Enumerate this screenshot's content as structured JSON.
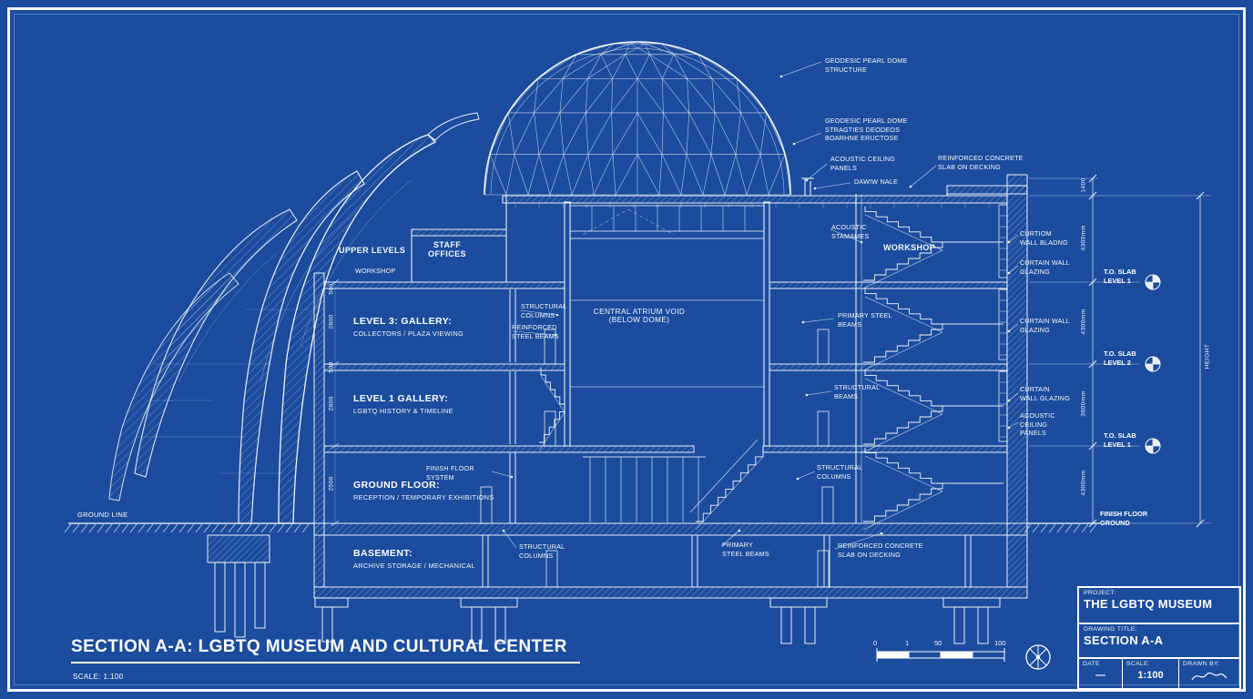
{
  "meta": {
    "background_color": "#1b4c9e",
    "line_color": "#ffffff",
    "drawing_type": "architectural-section-blueprint"
  },
  "sheet": {
    "section_title": "SECTION A-A: LGBTQ MUSEUM AND CULTURAL CENTER",
    "scale_note": "SCALE: 1:100"
  },
  "title_block": {
    "project_label": "PROJECT:",
    "project_name": "THE LGBTQ MUSEUM",
    "drawing_title_label": "DRAWING TITLE:",
    "drawing_title": "SECTION A-A",
    "date_label": "DATE",
    "date_value": "—",
    "scale_label": "SCALE:",
    "scale_value": "1:100",
    "drawn_by_label": "DRAWN BY:"
  },
  "scale_bar": {
    "ticks": [
      "0",
      "1",
      "50",
      "100"
    ]
  },
  "rooms": {
    "upper_levels": "UPPER LEVELS",
    "staff_offices": "STAFF\nOFFICES",
    "workshop_left": "WORKSHOP",
    "workshop_right": "WORKSHOP",
    "atrium": "CENTRAL ATRIUM VOID\n(BELOW DOME)"
  },
  "floors": [
    {
      "title": "LEVEL 3: GALLERY:",
      "subtitle": "COLLECTORS / PLAZA VIEWING"
    },
    {
      "title": "LEVEL 1 GALLERY:",
      "subtitle": "LGBTQ HISTORY & TIMELINE"
    },
    {
      "title": "GROUND FLOOR:",
      "subtitle": "RECEPTION / TEMPORARY EXHIBITIONS"
    },
    {
      "title": "BASEMENT:",
      "subtitle": "ARCHIVE STORAGE / MECHANICAL"
    }
  ],
  "callouts": {
    "dome_structure": "GEODESIC PEARL DOME\nSTRUCTURE",
    "dome_structure_2": "GEODESIC PEARL DOME\nSTRAGTIES DEODEOS\nBOARHNE ERUCTOSE",
    "acoustic_ceiling_top": "ACOUSTIC CEILING\nPANELS",
    "roof_vent": "DAWIW NALE",
    "slab_on_decking_top": "REINFORCED CONCRETE\nSLAB ON DECKING",
    "acoustic_stair": "ACOUSTIC\nSTAMAMES",
    "curtain_wall_1": "CURTIOM\nWALL BLADNG",
    "curtain_wall_2": "CURTAIN WALL\nGLAZING",
    "primary_steel_mid": "PRIMARY STEEL\nBEAMS",
    "curtain_wall_3": "CURTAIN WALL\nGLAZING",
    "structural_beams": "STRUCTURAL\nBEAMS",
    "curtain_wall_4": "CURTAIN\nWALL GLAZING",
    "acoustic_ceiling_right": "ACOUSTIC\nCEILING\nPANELS",
    "structural_columns_right": "STRUCTURAL\nCOLUMNS",
    "primary_steel_bottom": "PRIMARY\nSTEEL BEAMS",
    "slab_on_decking_bottom": "REINFORCED CONCRETE\nSLAB ON DECKING",
    "structural_columns_bottom": "STRUCTURAL\nCOLUMNS",
    "structural_columns_left": "STRUCTURAL\nCOLUMNS",
    "reinforced_beams": "REINFORCED\nSTEEL BEAMS",
    "finish_floor_left": "FINISH FLOOR\nSYSTEM",
    "ground_line": "GROUND LINE"
  },
  "levels": [
    "T.O. SLAB\nLEVEL 1",
    "T.O. SLAB\nLEVEL 2",
    "T.O. SLAB\nLEVEL 1",
    "FINISH FLOOR\nGROUND"
  ],
  "dimensions": {
    "right": [
      "1400",
      "4300mm",
      "4300mm",
      "3600mm",
      "4300mm"
    ],
    "left": [
      "500",
      "2800",
      "500",
      "2800",
      "2500"
    ],
    "height_label": "HEIGHT"
  }
}
